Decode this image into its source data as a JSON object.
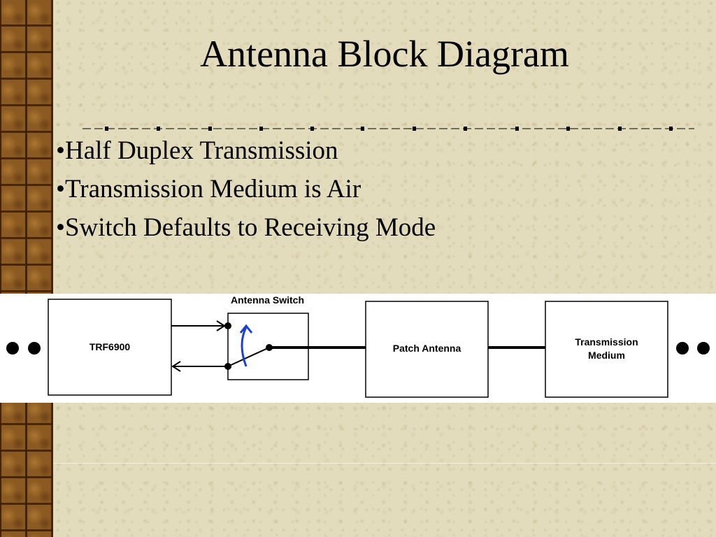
{
  "slide": {
    "title": "Antenna Block Diagram",
    "bullets": [
      "Half Duplex Transmission",
      "Transmission Medium is Air",
      "Switch Defaults to Receiving Mode"
    ]
  },
  "diagram": {
    "blocks": {
      "trf": "TRF6900",
      "switch": "Antenna Switch",
      "patch": "Patch Antenna",
      "medium_line1": "Transmission",
      "medium_line2": "Medium"
    }
  },
  "colors": {
    "background": "#e3dcbc",
    "border": "#8a5a22",
    "switch_arrow": "#1a3fd6"
  }
}
